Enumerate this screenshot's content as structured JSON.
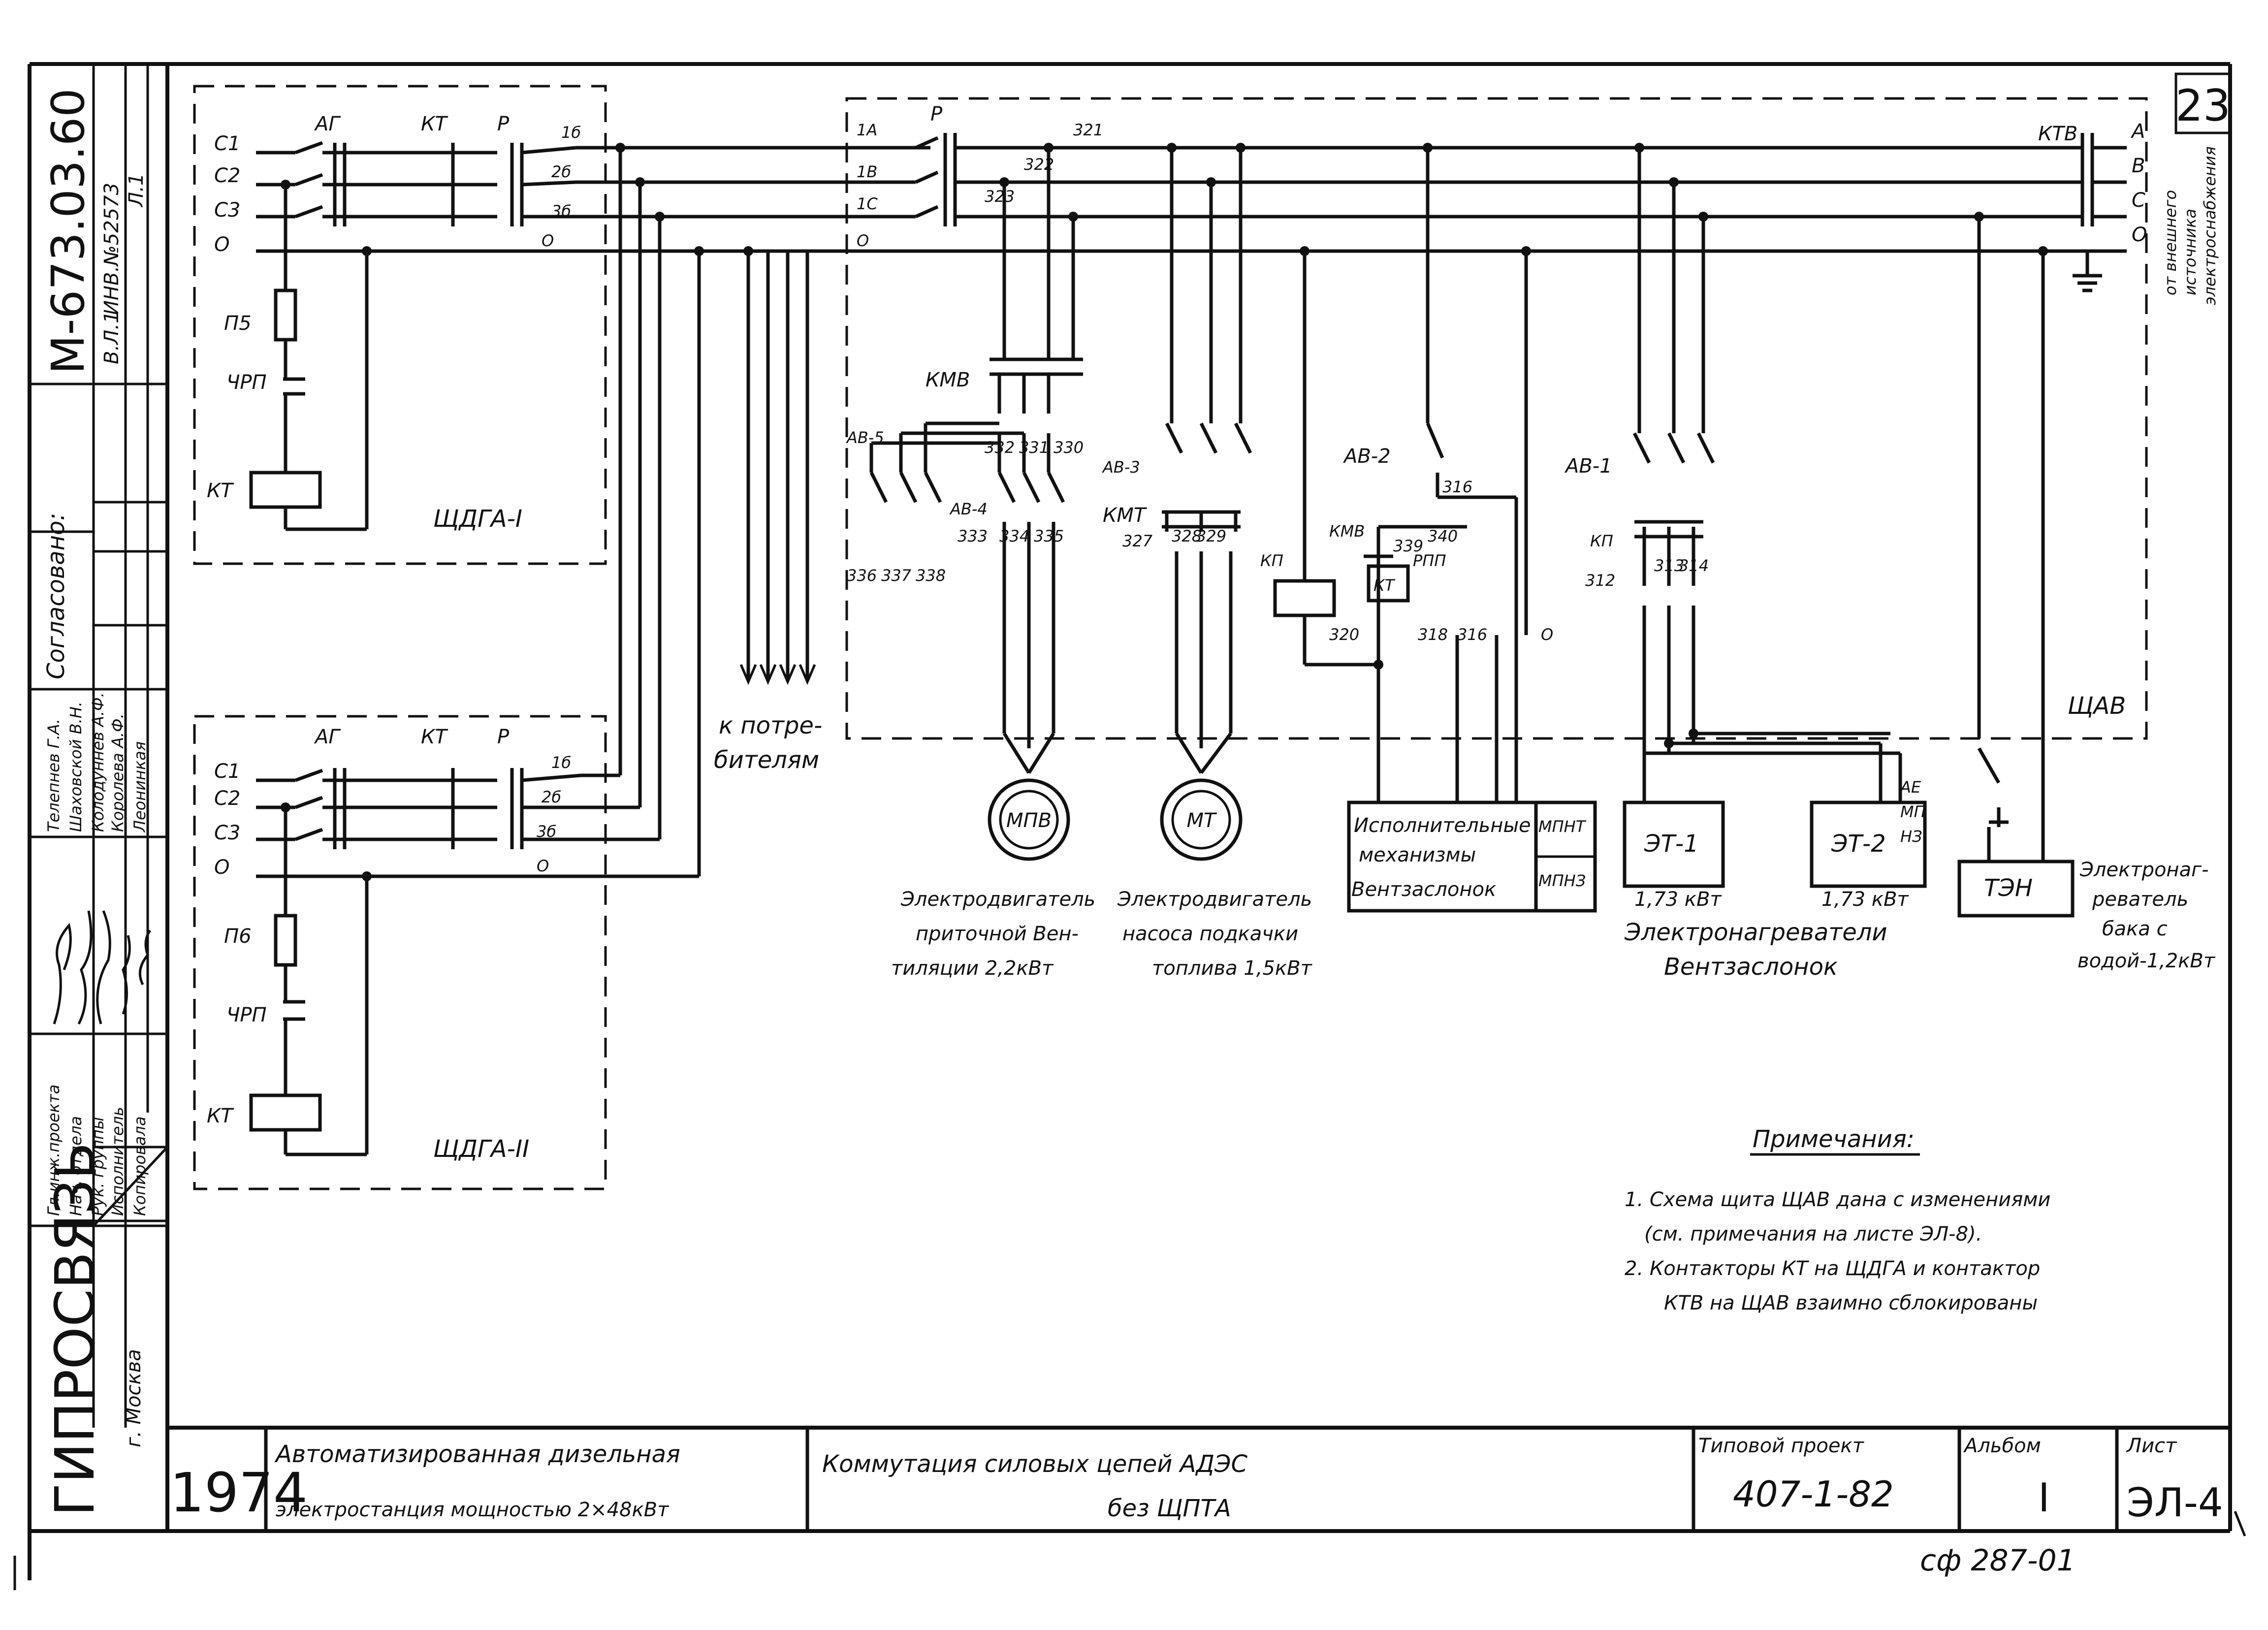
{
  "sheet_number": "23",
  "side_stamp": {
    "doc_code": "М-673.03.60",
    "inv_no": "ИНВ.№52573",
    "l1": "Л.1",
    "v_l1": "В.Л.1",
    "agreed": "Согласовано:"
  },
  "signatures": {
    "roles": [
      "Гл.инж.проекта",
      "Нач. отдела",
      "Рук. группы",
      "Исполнитель",
      "Копировала"
    ],
    "names": [
      "Телепнев Г.А.",
      "Шаховской В.Н.",
      "Колодуннев А.Ф.",
      "Королева А.Ф.",
      "Леонинкая"
    ]
  },
  "organization": {
    "name": "ГИПРОСВЯЗЬ",
    "city": "г. Москва"
  },
  "panel1": {
    "title": "ЩДГА-I",
    "device_ag": "АГ",
    "device_kt": "КТ",
    "device_p": "Р",
    "inputs": [
      "С1",
      "С2",
      "С3",
      "О"
    ],
    "outputs": [
      "1б",
      "2б",
      "3б",
      "О"
    ],
    "fuse": "П5",
    "relay": "ЧРП",
    "coil": "КТ"
  },
  "panel2": {
    "title": "ЩДГА-II",
    "device_ag": "АГ",
    "device_kt": "КТ",
    "device_p": "Р",
    "inputs": [
      "С1",
      "С2",
      "С3",
      "О"
    ],
    "outputs": [
      "1б",
      "2б",
      "3б",
      "О"
    ],
    "fuse": "П6",
    "relay": "ЧРП",
    "coil": "КТ"
  },
  "consumers_label": [
    "к потре-",
    "бителям"
  ],
  "main_panel": {
    "title": "ЩАВ",
    "inputs": [
      "1А",
      "1В",
      "1С",
      "О"
    ],
    "switch": "Р",
    "bus_labels": [
      "321",
      "322",
      "323"
    ],
    "ktv": "КТВ",
    "external_phases": [
      "А",
      "В",
      "С",
      "О"
    ],
    "external_source": [
      "от внешнего",
      "источника",
      "электроснабжения"
    ],
    "kmv": "КМВ",
    "av4": "АВ-4",
    "av5": "АВ-5",
    "av3": "АВ-3",
    "kmt": "КМТ",
    "av2": "АВ-2",
    "av1": "АВ-1",
    "kp": "КП",
    "kp2": "КП",
    "kmv2": "КМВ",
    "rpp": "РПП",
    "kt": "КТ",
    "terminals_kmv": [
      "330",
      "331",
      "332"
    ],
    "terminals_av4": [
      "333",
      "334",
      "335"
    ],
    "terminals_av5": [
      "336",
      "337",
      "338"
    ],
    "terminals_kmt": [
      "327",
      "328",
      "329"
    ],
    "terminals_av2": [
      "320",
      "318",
      "316",
      "О"
    ],
    "terminal_316": "316",
    "terminals_kmv2": [
      "339",
      "340"
    ],
    "terminals_av1": [
      "312",
      "313",
      "314"
    ],
    "ae": "АЕ",
    "mp": "МП",
    "nz": "НЗ"
  },
  "loads": {
    "motor1": "МПВ",
    "motor1_caption": [
      "Электродвигатель",
      "приточной Вен-",
      "тиляции 2,2кВт"
    ],
    "motor2": "МТ",
    "motor2_caption": [
      "Электродвигатель",
      "насоса подкачки",
      "топлива 1,5кВт"
    ],
    "mechanisms": [
      "Исполнительные",
      "механизмы",
      "Вентзаслонок"
    ],
    "mpnt": "МПНТ",
    "mpnz": "МПНЗ",
    "et1": "ЭТ-1",
    "et1_power": "1,73 кВт",
    "et2": "ЭТ-2",
    "et2_power": "1,73 кВт",
    "heaters_caption": [
      "Электронагреватели",
      "Вентзаслонок"
    ],
    "tem": "ТЭН",
    "tank_caption": [
      "Электронаг-",
      "реватель",
      "бака с",
      "водой-1,2кВт"
    ]
  },
  "notes": {
    "title": "Примечания:",
    "items": [
      "1. Схема щита ЩАВ дана с изменениями",
      "(см. примечания на листе ЭЛ-8).",
      "2. Контакторы КТ на ЩДГА и контактор",
      "КТВ на ЩАВ взаимно сблокированы"
    ]
  },
  "title_block": {
    "year": "1974",
    "project_name": [
      "Автоматизированная дизельная",
      "электростанция мощностью 2×48кВт"
    ],
    "drawing_title": [
      "Коммутация силовых цепей АДЭС",
      "без ЩПТА"
    ],
    "typical_project_label": "Типовой проект",
    "typical_project": "407-1-82",
    "album_label": "Альбом",
    "album": "I",
    "sheet_label": "Лист",
    "sheet": "ЭЛ-4"
  },
  "footer_code": "сф 287-01"
}
